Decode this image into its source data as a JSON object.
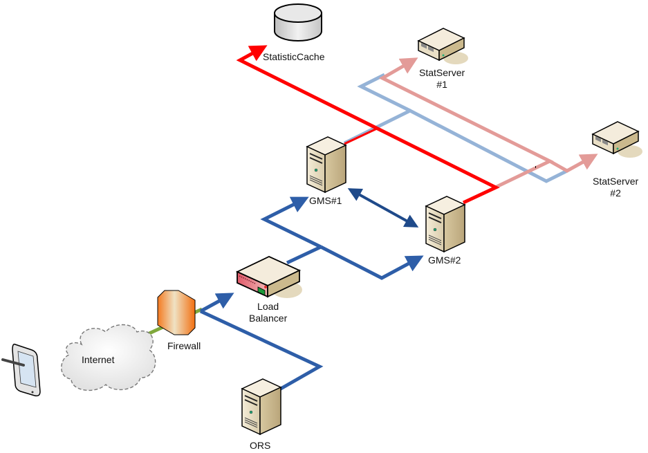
{
  "diagram": {
    "title": "GMS deployment network topology",
    "nodes": [
      {
        "id": "tablet",
        "label": "",
        "icon": "tablet-icon"
      },
      {
        "id": "internet",
        "label": "Internet",
        "icon": "cloud-icon"
      },
      {
        "id": "firewall",
        "label": "Firewall",
        "icon": "firewall-icon"
      },
      {
        "id": "loadbalancer",
        "label": "Load\nBalancer",
        "icon": "load-balancer-icon"
      },
      {
        "id": "ors",
        "label": "ORS",
        "icon": "server-tower-icon"
      },
      {
        "id": "gms1",
        "label": "GMS#1",
        "icon": "server-tower-icon"
      },
      {
        "id": "gms2",
        "label": "GMS#2",
        "icon": "server-tower-icon"
      },
      {
        "id": "statcache",
        "label": "StatisticCache",
        "icon": "database-icon"
      },
      {
        "id": "statserver1",
        "label": "StatServer\n#1",
        "icon": "network-appliance-icon"
      },
      {
        "id": "statserver2",
        "label": "StatServer\n#2",
        "icon": "network-appliance-icon"
      }
    ],
    "edges": [
      {
        "from": "internet",
        "to": "firewall",
        "color": "#7fa83c",
        "type": "line"
      },
      {
        "from": "firewall",
        "to": "loadbalancer",
        "color": "#2e5ea8",
        "type": "arrow"
      },
      {
        "from": "firewall",
        "to": "ors",
        "color": "#2e5ea8",
        "type": "line"
      },
      {
        "from": "loadbalancer",
        "to": "gms1",
        "color": "#2e5ea8",
        "type": "arrow"
      },
      {
        "from": "loadbalancer",
        "to": "gms2",
        "color": "#2e5ea8",
        "type": "arrow"
      },
      {
        "from": "gms1",
        "to": "gms2",
        "color": "#1f4a8a",
        "type": "double-arrow"
      },
      {
        "from": "gms2",
        "to": "statcache",
        "color": "#ff0000",
        "type": "arrow"
      },
      {
        "from": "gms1",
        "to": "statcache",
        "color": "#ff0000",
        "type": "line"
      },
      {
        "from": "gms1",
        "to": "statserver1",
        "color": "#95b3d7",
        "type": "line"
      },
      {
        "from": "gms1",
        "to": "statserver2",
        "color": "#95b3d7",
        "type": "line"
      },
      {
        "from": "gms2",
        "to": "statserver1",
        "color": "#e39b98",
        "type": "arrow"
      },
      {
        "from": "gms2",
        "to": "statserver2",
        "color": "#e39b98",
        "type": "arrow"
      }
    ]
  }
}
